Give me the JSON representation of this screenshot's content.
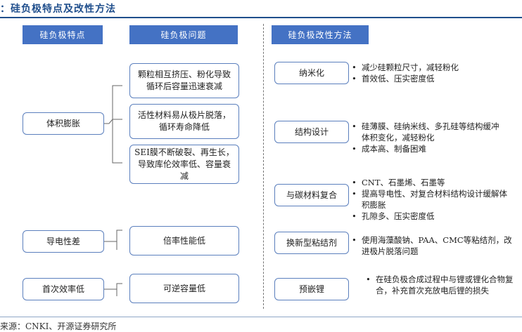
{
  "title": "：硅负极特点及改性方法",
  "source": "来源：CNKI、开源证券研究所",
  "headers": {
    "features": "硅负极特点",
    "problems": "硅负极问题",
    "methods": "硅负极改性方法"
  },
  "features": [
    "体积膨胀",
    "导电性差",
    "首次效率低"
  ],
  "problems": [
    "颗粒相互挤压、粉化导致循环后容量迅速衰减",
    "活性材料易从极片脱落，循环寿命降低",
    "SEI膜不断破裂、再生长，导致库伦效率低、容量衰减",
    "倍率性能低",
    "可逆容量低"
  ],
  "methods": [
    {
      "name": "纳米化",
      "points": [
        "减少硅颗粒尺寸，减轻粉化",
        "首效低、压实密度低"
      ]
    },
    {
      "name": "结构设计",
      "points": [
        "硅薄膜、硅纳米线、多孔硅等结构缓冲体积变化，减轻粉化",
        "成本高、制备困难"
      ]
    },
    {
      "name": "与碳材料复合",
      "points": [
        "CNT、石墨烯、石墨等",
        "提高导电性、对复合材料结构设计缓解体积膨胀",
        "孔隙多、压实密度低"
      ]
    },
    {
      "name": "换新型粘结剂",
      "points": [
        "使用海藻酸钠、PAA、CMC等粘结剂，改进极片脱落问题"
      ]
    },
    {
      "name": "预嵌锂",
      "points": [
        "在硅负极合成过程中与锂或锂化合物复合，补充首次充放电后锂的损失"
      ]
    }
  ]
}
